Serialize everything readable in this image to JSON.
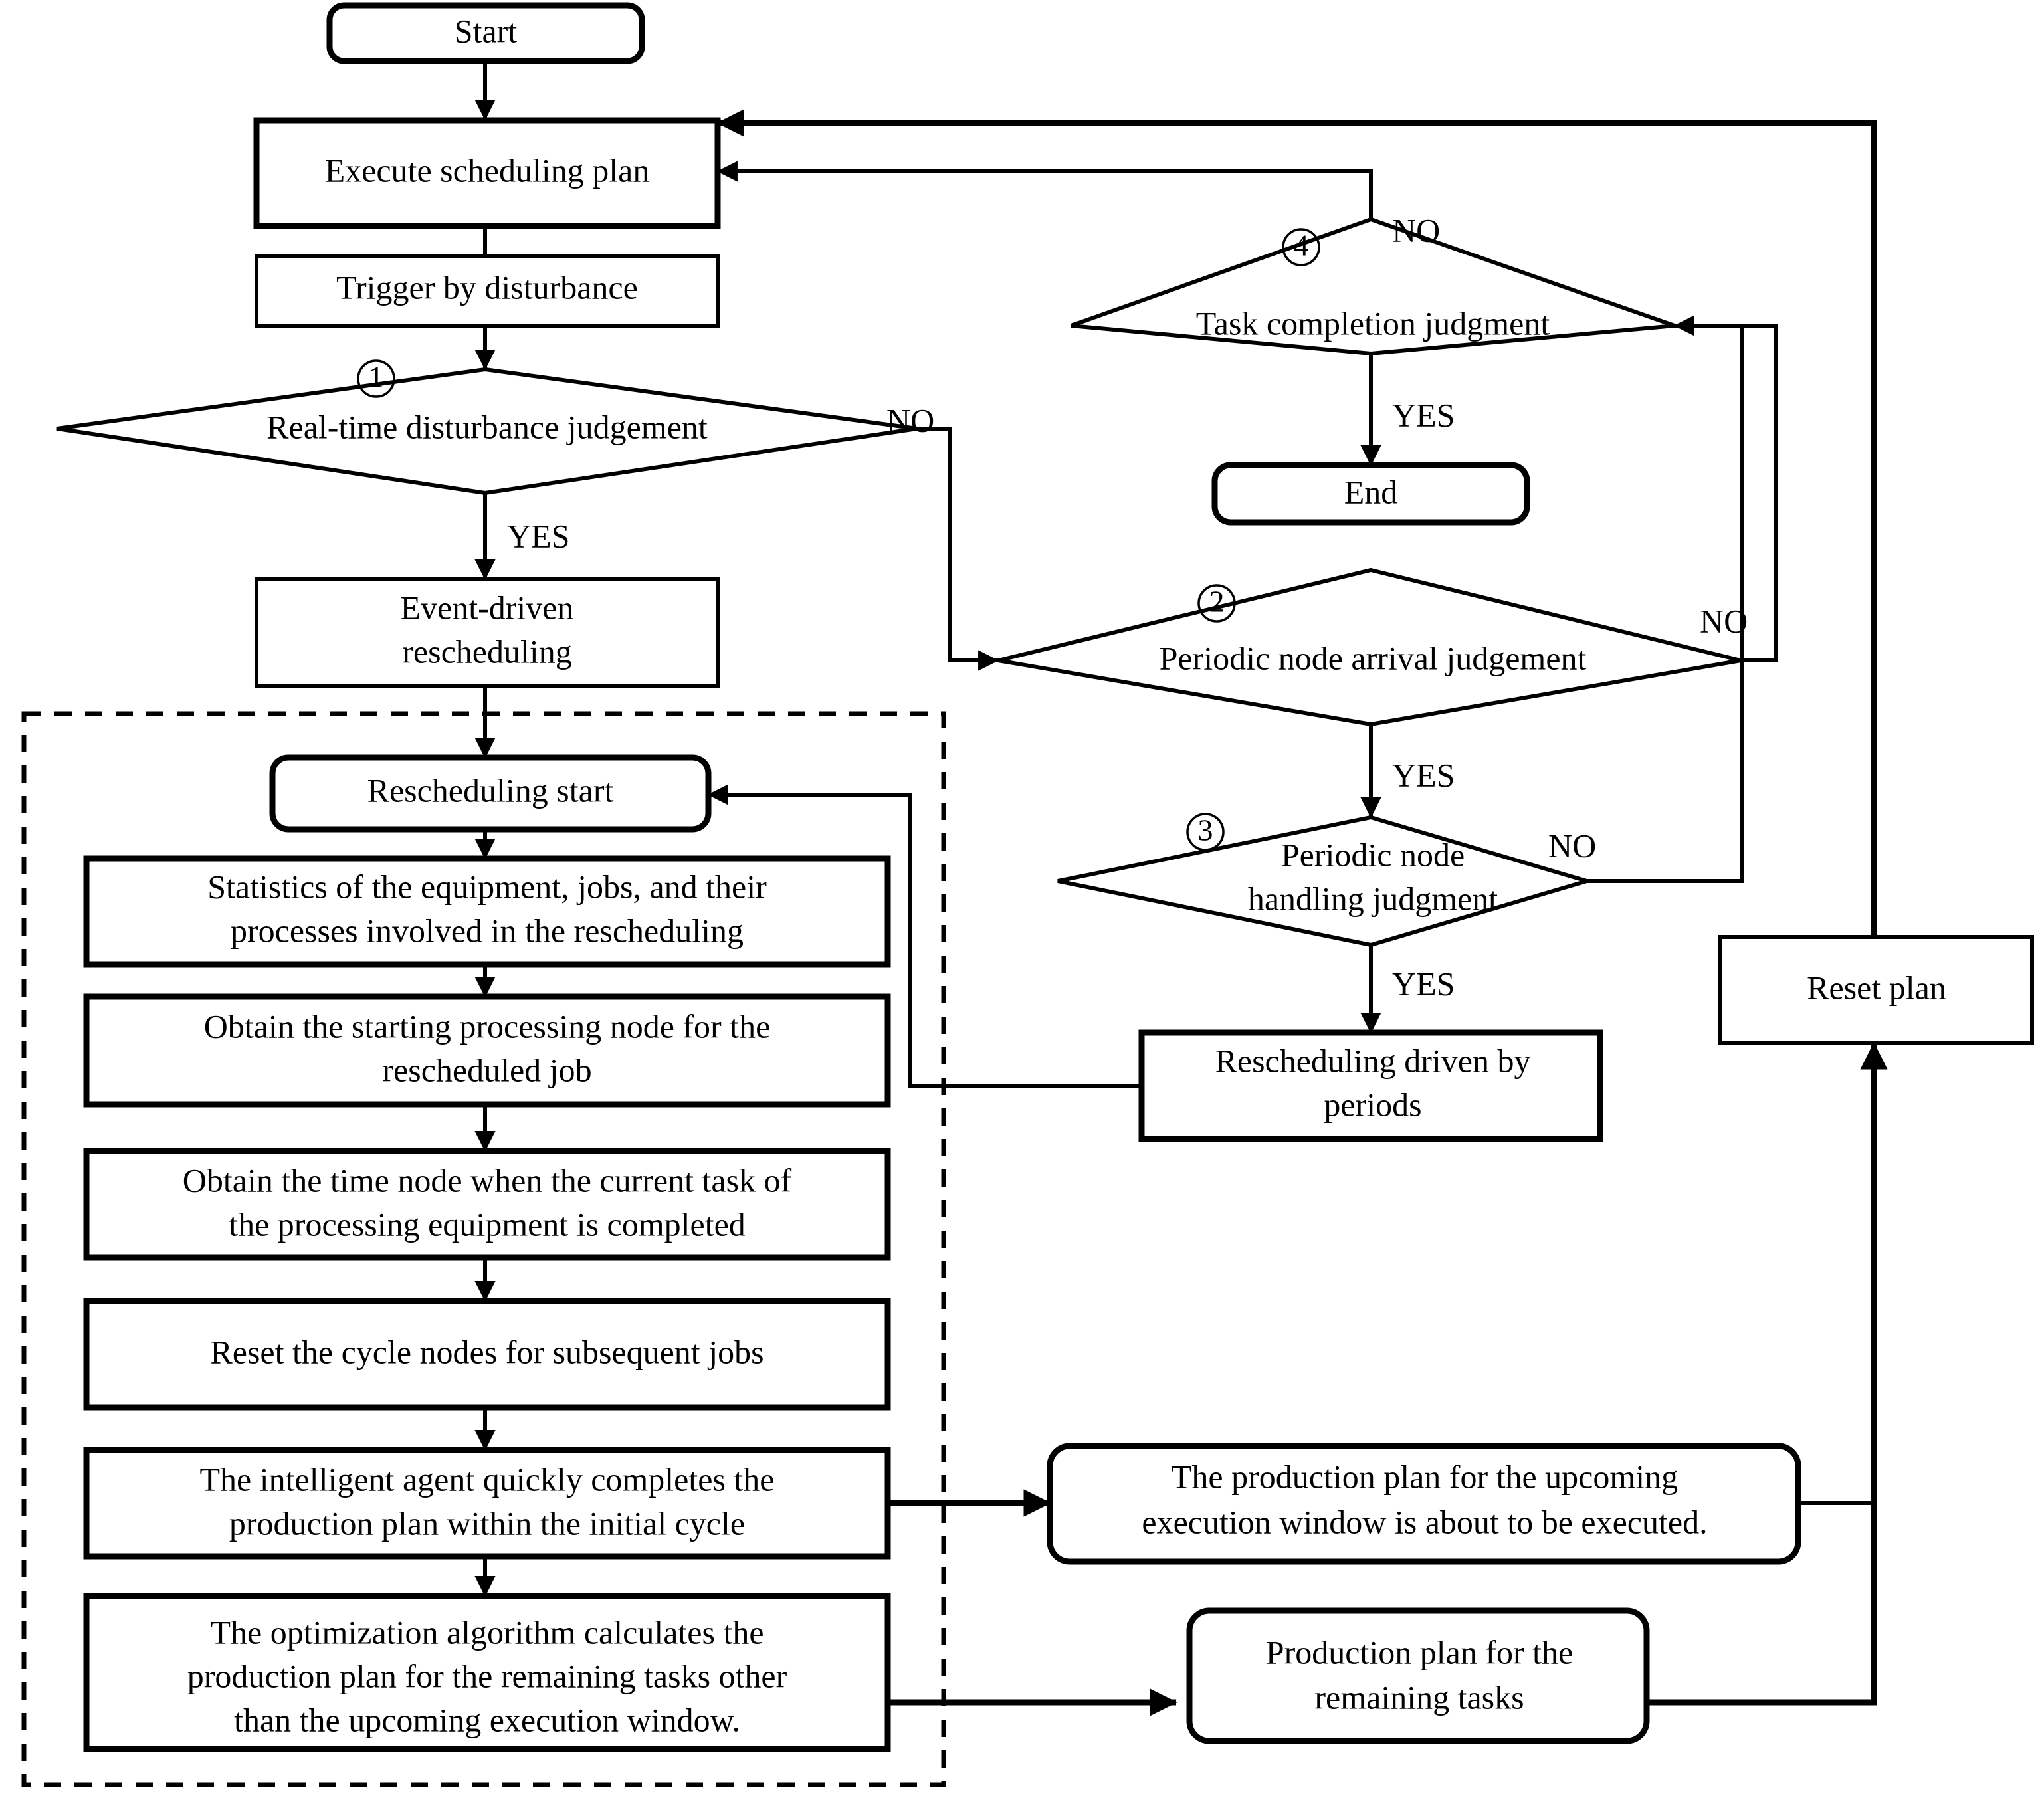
{
  "diagram": {
    "title": "Dynamic rescheduling flowchart",
    "accent_color": "#000000",
    "background_color": "#ffffff"
  },
  "nodes": {
    "start": {
      "label": "Start",
      "shape": "rounded"
    },
    "execute_plan": {
      "label": "Execute scheduling plan",
      "shape": "rect"
    },
    "trigger": {
      "label": "Trigger by disturbance",
      "shape": "rect"
    },
    "disturbance_judge": {
      "label": "Real-time disturbance judgement",
      "shape": "diamond",
      "marker": "①"
    },
    "event_driven": {
      "line1": "Event-driven",
      "line2": "rescheduling",
      "shape": "rect"
    },
    "resched_start": {
      "label": "Rescheduling  start",
      "shape": "rounded"
    },
    "statistics": {
      "line1": "Statistics of the equipment, jobs, and their",
      "line2": "processes involved in the rescheduling",
      "shape": "rect"
    },
    "starting_node": {
      "line1": "Obtain the starting processing node for the",
      "line2": "rescheduled job",
      "shape": "rect"
    },
    "time_node": {
      "line1": "Obtain the time node when the current task of",
      "line2": "the processing equipment is completed",
      "shape": "rect"
    },
    "reset_cycle": {
      "label": "Reset the cycle nodes for subsequent jobs",
      "shape": "rect"
    },
    "agent_plan": {
      "line1": "The intelligent agent quickly completes the",
      "line2": "production plan within the initial cycle",
      "shape": "rect"
    },
    "optimization": {
      "line1": "The optimization algorithm calculates the",
      "line2": "production plan for the remaining tasks other",
      "line3": "than the upcoming execution window.",
      "shape": "rect"
    },
    "task_completion": {
      "label": "Task completion judgment",
      "shape": "diamond",
      "marker": "④"
    },
    "end": {
      "label": "End",
      "shape": "rounded"
    },
    "periodic_arrival": {
      "label": "Periodic node arrival judgement",
      "shape": "diamond",
      "marker": "②"
    },
    "periodic_handling": {
      "line1": "Periodic node",
      "line2": "handling judgment",
      "shape": "diamond",
      "marker": "③"
    },
    "resched_periods": {
      "line1": "Rescheduling driven by",
      "line2": "periods",
      "shape": "rect"
    },
    "reset_plan": {
      "label": "Reset plan",
      "shape": "rect"
    },
    "upcoming_window": {
      "line1": "The production plan for the upcoming",
      "line2": "execution window is about to be executed.",
      "shape": "rounded"
    },
    "remaining_tasks": {
      "line1": "Production plan for the",
      "line2": "remaining tasks",
      "shape": "rounded"
    }
  },
  "edge_labels": {
    "disturbance_no": "NO",
    "disturbance_yes": "YES",
    "task_completion_no": "NO",
    "task_completion_yes": "YES",
    "periodic_arrival_no": "NO",
    "periodic_arrival_yes": "YES",
    "periodic_handling_no": "NO",
    "periodic_handling_yes": "YES"
  },
  "markers": {
    "one": "1",
    "two": "2",
    "three": "3",
    "four": "4"
  }
}
